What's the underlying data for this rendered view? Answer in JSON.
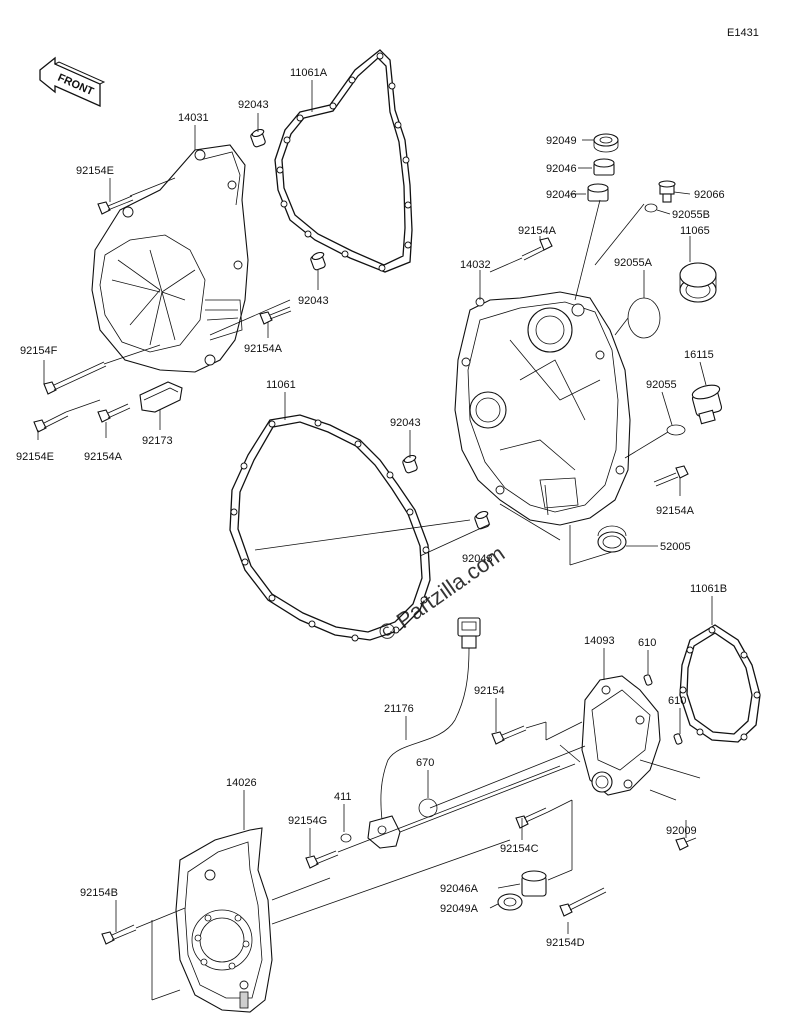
{
  "diagram_code": "E1431",
  "front_label": "FRONT",
  "watermark": "© Partzilla.com",
  "labels": [
    {
      "id": "11061A",
      "text": "11061A"
    },
    {
      "id": "92043a",
      "text": "92043"
    },
    {
      "id": "14031",
      "text": "14031"
    },
    {
      "id": "92154E_top",
      "text": "92154E"
    },
    {
      "id": "92043b",
      "text": "92043"
    },
    {
      "id": "92154A_mid",
      "text": "92154A"
    },
    {
      "id": "92154F",
      "text": "92154F"
    },
    {
      "id": "92154E_bot",
      "text": "92154E"
    },
    {
      "id": "92154A_low",
      "text": "92154A"
    },
    {
      "id": "92173",
      "text": "92173"
    },
    {
      "id": "11061",
      "text": "11061"
    },
    {
      "id": "92043c",
      "text": "92043"
    },
    {
      "id": "92043d",
      "text": "92043"
    },
    {
      "id": "92049",
      "text": "92049"
    },
    {
      "id": "92046a",
      "text": "92046"
    },
    {
      "id": "92046b",
      "text": "92046"
    },
    {
      "id": "92066",
      "text": "92066"
    },
    {
      "id": "92055B",
      "text": "92055B"
    },
    {
      "id": "92154A_top",
      "text": "92154A"
    },
    {
      "id": "11065",
      "text": "11065"
    },
    {
      "id": "14032",
      "text": "14032"
    },
    {
      "id": "92055A",
      "text": "92055A"
    },
    {
      "id": "16115",
      "text": "16115"
    },
    {
      "id": "92055",
      "text": "92055"
    },
    {
      "id": "92154A_right",
      "text": "92154A"
    },
    {
      "id": "52005",
      "text": "52005"
    },
    {
      "id": "11061B",
      "text": "11061B"
    },
    {
      "id": "14093",
      "text": "14093"
    },
    {
      "id": "610a",
      "text": "610"
    },
    {
      "id": "610b",
      "text": "610"
    },
    {
      "id": "92154",
      "text": "92154"
    },
    {
      "id": "21176",
      "text": "21176"
    },
    {
      "id": "670",
      "text": "670"
    },
    {
      "id": "411",
      "text": "411"
    },
    {
      "id": "92154G",
      "text": "92154G"
    },
    {
      "id": "14026",
      "text": "14026"
    },
    {
      "id": "92154C",
      "text": "92154C"
    },
    {
      "id": "92009",
      "text": "92009"
    },
    {
      "id": "92046A",
      "text": "92046A"
    },
    {
      "id": "92049A",
      "text": "92049A"
    },
    {
      "id": "92154B",
      "text": "92154B"
    },
    {
      "id": "92154D",
      "text": "92154D"
    }
  ]
}
